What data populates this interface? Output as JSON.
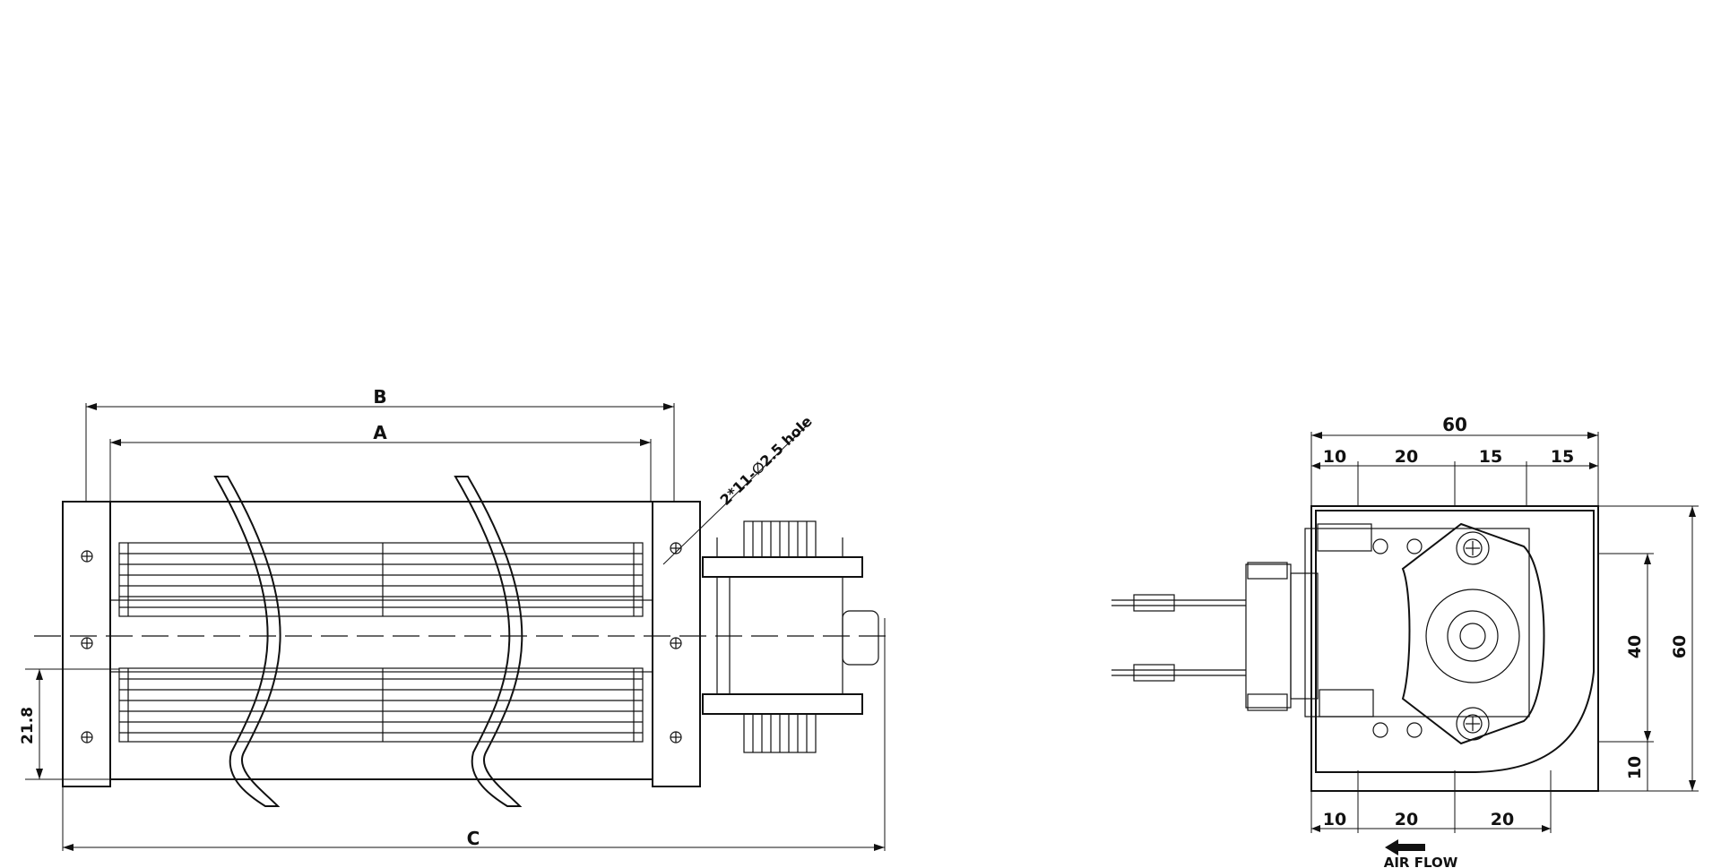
{
  "front_view": {
    "dim_B": "B",
    "dim_A": "A",
    "dim_C": "C",
    "dim_height": "21.8",
    "hole_note": "2*11-∅2.5 hole"
  },
  "side_view": {
    "top_overall": "60",
    "top_segments": [
      "10",
      "20",
      "15",
      "15"
    ],
    "bottom_segments": [
      "10",
      "20",
      "20"
    ],
    "right_inner": "40",
    "right_outer": "60",
    "right_bottom": "10",
    "airflow": "AIR FLOW"
  }
}
